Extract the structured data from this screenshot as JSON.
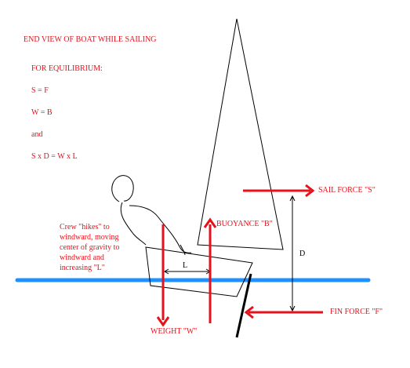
{
  "title": "END VIEW OF BOAT WHILE SAILING",
  "equilibrium": {
    "heading": "FOR EQUILIBRIUM:",
    "eq1": "S = F",
    "eq2": "W = B",
    "and": "and",
    "eq3": "S x D = W x L"
  },
  "crew_note": [
    "Crew \"hikes\" to",
    "windward, moving",
    "center of gravity to",
    "windward and",
    "increasing \"L\""
  ],
  "labels": {
    "sail_force": "SAIL FORCE \"S\"",
    "buoyancy": "BUOYANCE \"B\"",
    "fin_force": "FIN FORCE \"F\"",
    "weight": "WEIGHT \"W\"",
    "L": "L",
    "D": "D"
  },
  "colors": {
    "force_arrow": "#e8101a",
    "text_red": "#e8101a",
    "water": "#1e90ff",
    "line": "#000000"
  }
}
